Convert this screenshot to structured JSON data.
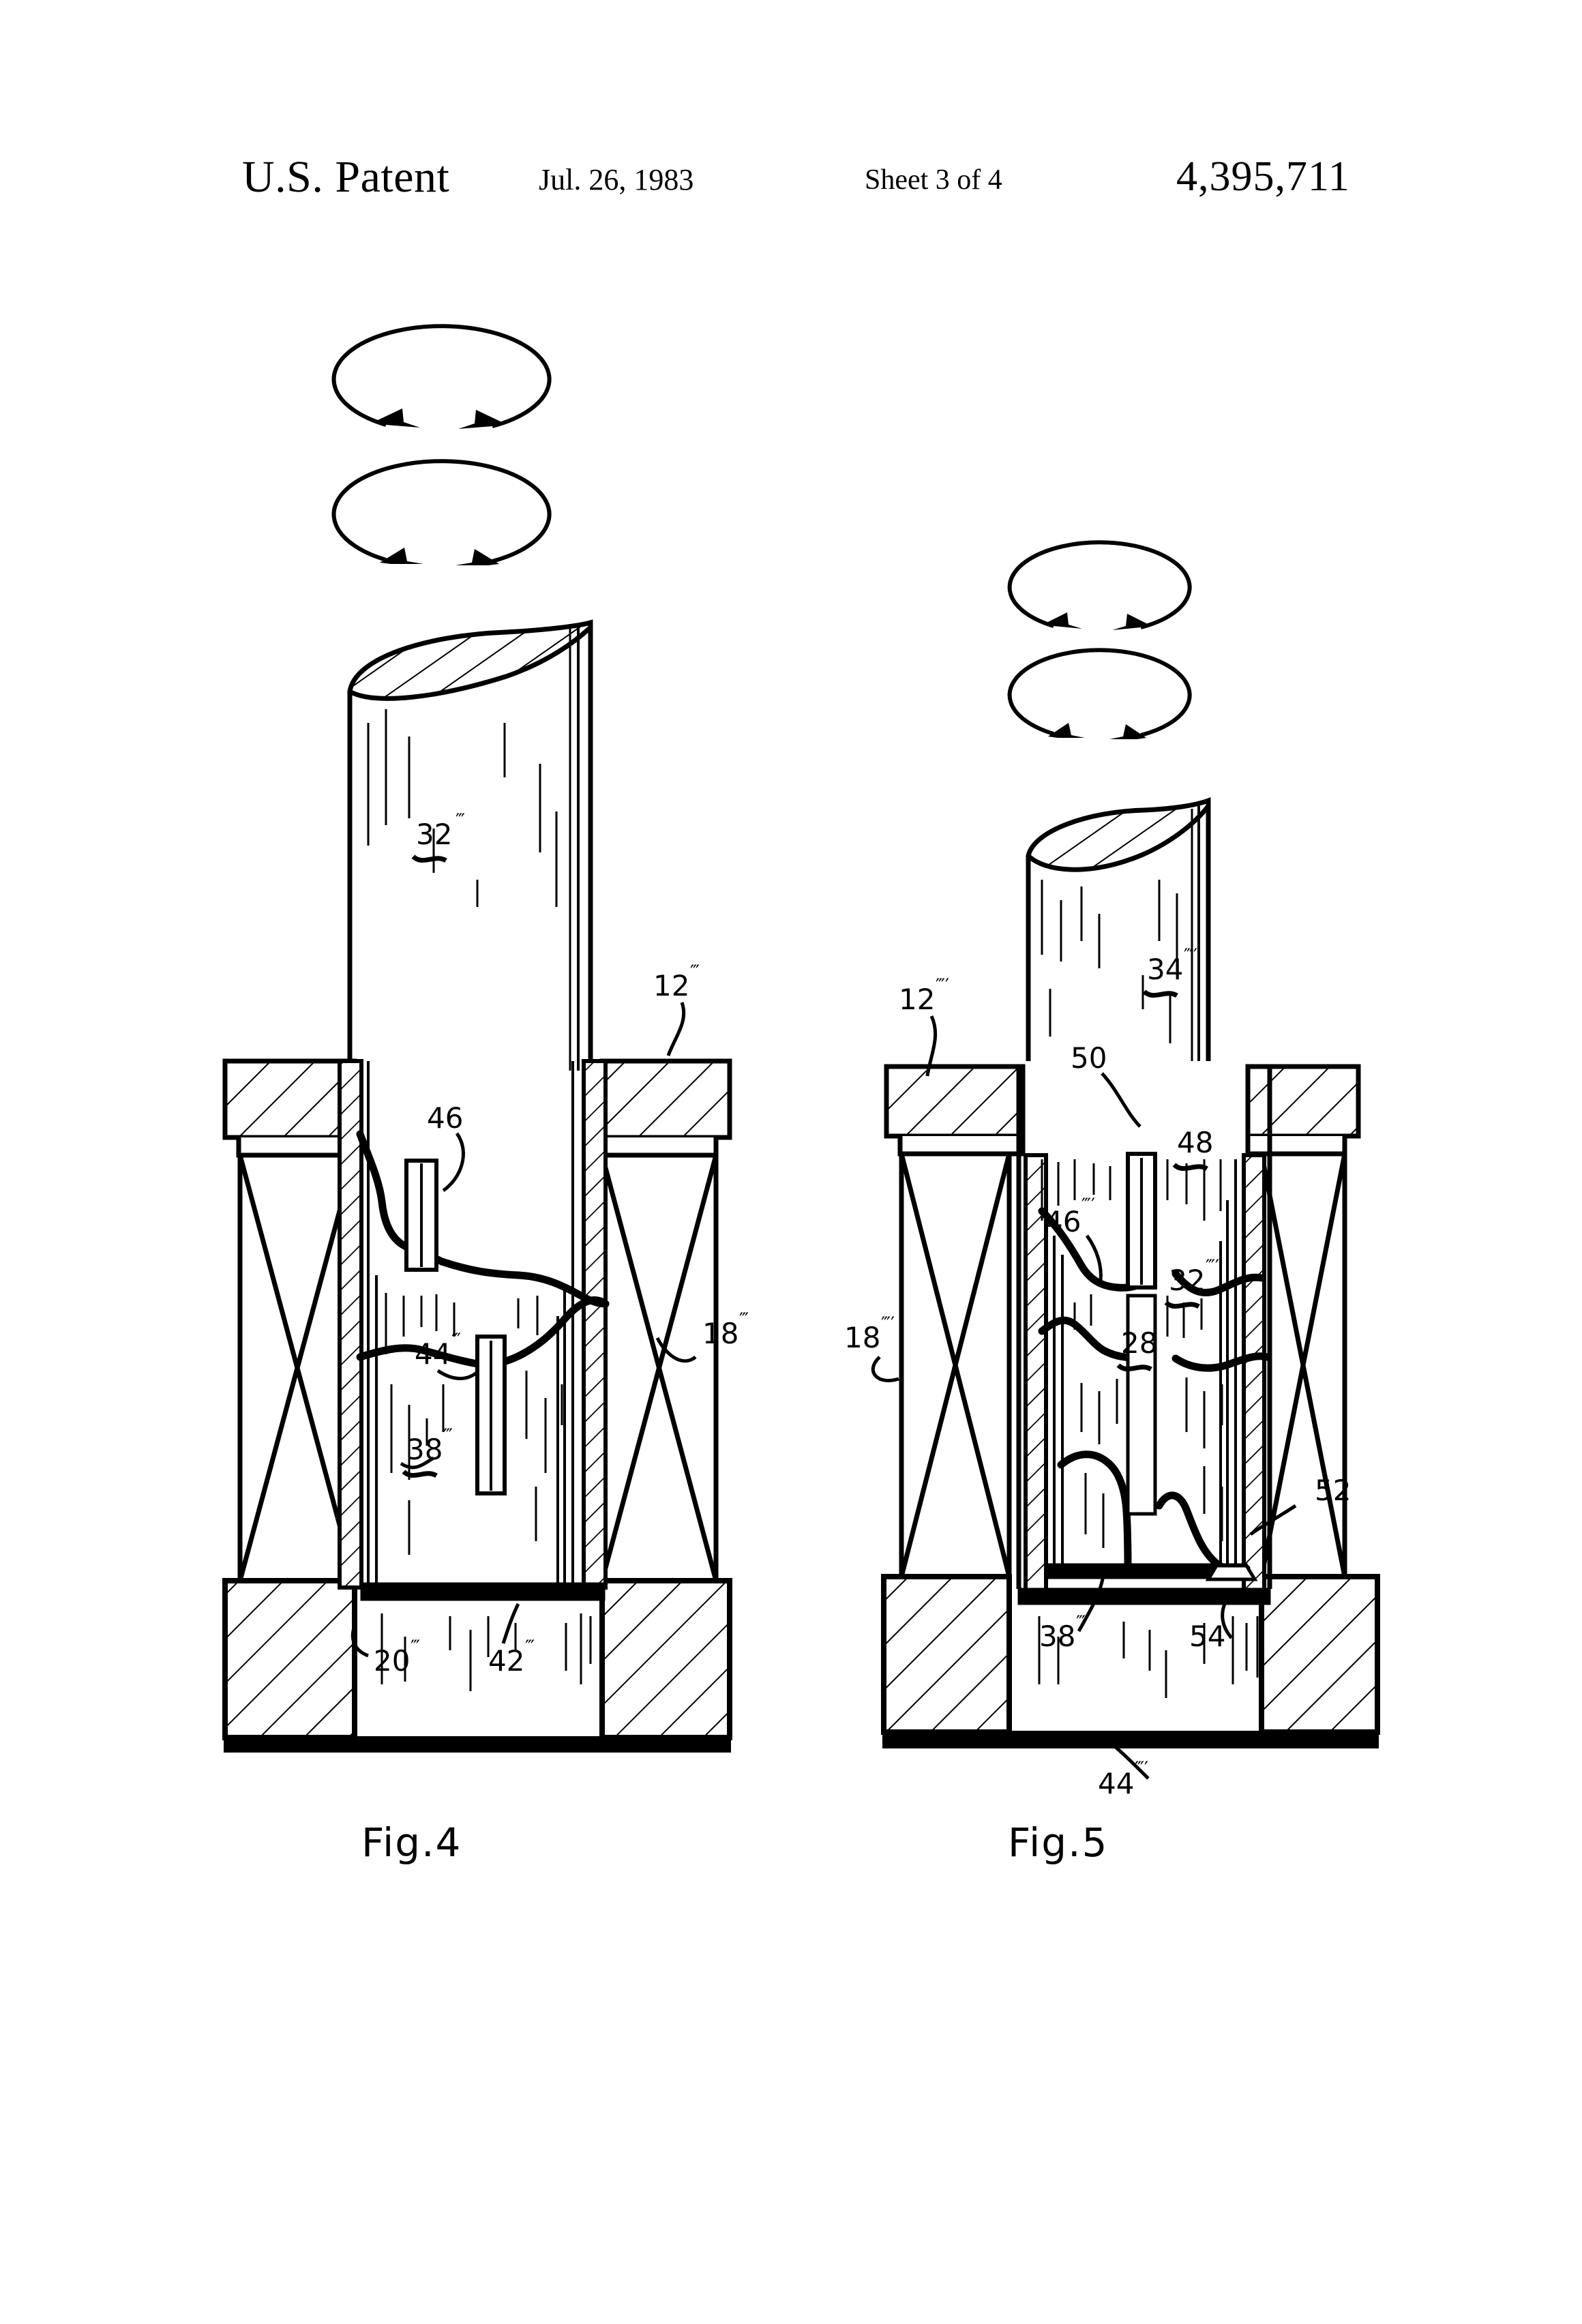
{
  "header": {
    "office": "U.S. Patent",
    "date": "Jul. 26, 1983",
    "sheet": "Sheet 3 of 4",
    "patent_number": "4,395,711"
  },
  "figures": [
    {
      "caption": "Fig.4",
      "labels": [
        {
          "id": "fig4-32",
          "text": "32",
          "primes": "‴"
        },
        {
          "id": "fig4-12",
          "text": "12",
          "primes": "‴"
        },
        {
          "id": "fig4-46",
          "text": "46",
          "primes": ""
        },
        {
          "id": "fig4-18",
          "text": "18",
          "primes": "‴"
        },
        {
          "id": "fig4-44",
          "text": "44",
          "primes": "‴"
        },
        {
          "id": "fig4-38",
          "text": "38",
          "primes": "‴"
        },
        {
          "id": "fig4-20",
          "text": "20",
          "primes": "‴"
        },
        {
          "id": "fig4-42",
          "text": "42",
          "primes": "‴"
        }
      ]
    },
    {
      "caption": "Fig.5",
      "labels": [
        {
          "id": "fig5-34",
          "text": "34",
          "primes": "‴′"
        },
        {
          "id": "fig5-12",
          "text": "12",
          "primes": "‴′"
        },
        {
          "id": "fig5-50",
          "text": "50",
          "primes": ""
        },
        {
          "id": "fig5-48",
          "text": "48",
          "primes": ""
        },
        {
          "id": "fig5-46",
          "text": "46",
          "primes": "‴′"
        },
        {
          "id": "fig5-18",
          "text": "18",
          "primes": "‴′"
        },
        {
          "id": "fig5-32",
          "text": "32",
          "primes": "‴′"
        },
        {
          "id": "fig5-28",
          "text": "28",
          "primes": ""
        },
        {
          "id": "fig5-52",
          "text": "52",
          "primes": ""
        },
        {
          "id": "fig5-38",
          "text": "38",
          "primes": "‴′"
        },
        {
          "id": "fig5-54",
          "text": "54",
          "primes": ""
        },
        {
          "id": "fig5-44",
          "text": "44",
          "primes": "‴′"
        }
      ]
    }
  ],
  "colors": {
    "ink": "#000000",
    "paper": "#ffffff"
  }
}
